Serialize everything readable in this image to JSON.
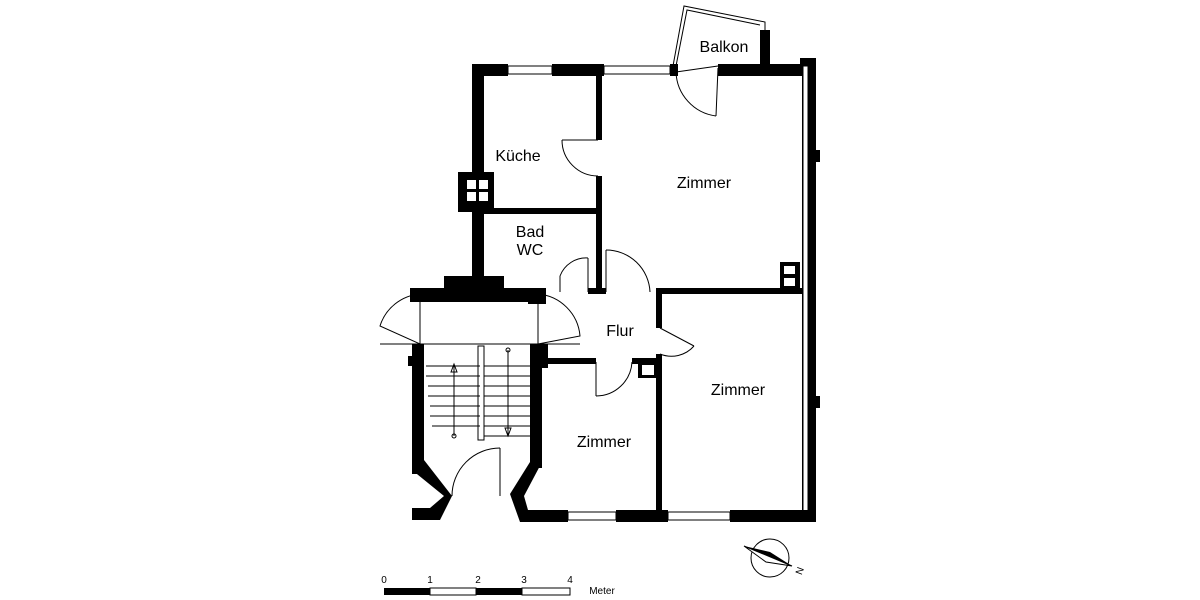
{
  "rooms": {
    "balkon": "Balkon",
    "kueche": "Küche",
    "zimmer_top": "Zimmer",
    "bad_line1": "Bad",
    "bad_line2": "WC",
    "flur": "Flur",
    "zimmer_right": "Zimmer",
    "zimmer_bottom": "Zimmer"
  },
  "scale": {
    "ticks": [
      "0",
      "1",
      "2",
      "3",
      "4"
    ],
    "unit": "Meter"
  },
  "compass": {
    "north_label": "N"
  }
}
